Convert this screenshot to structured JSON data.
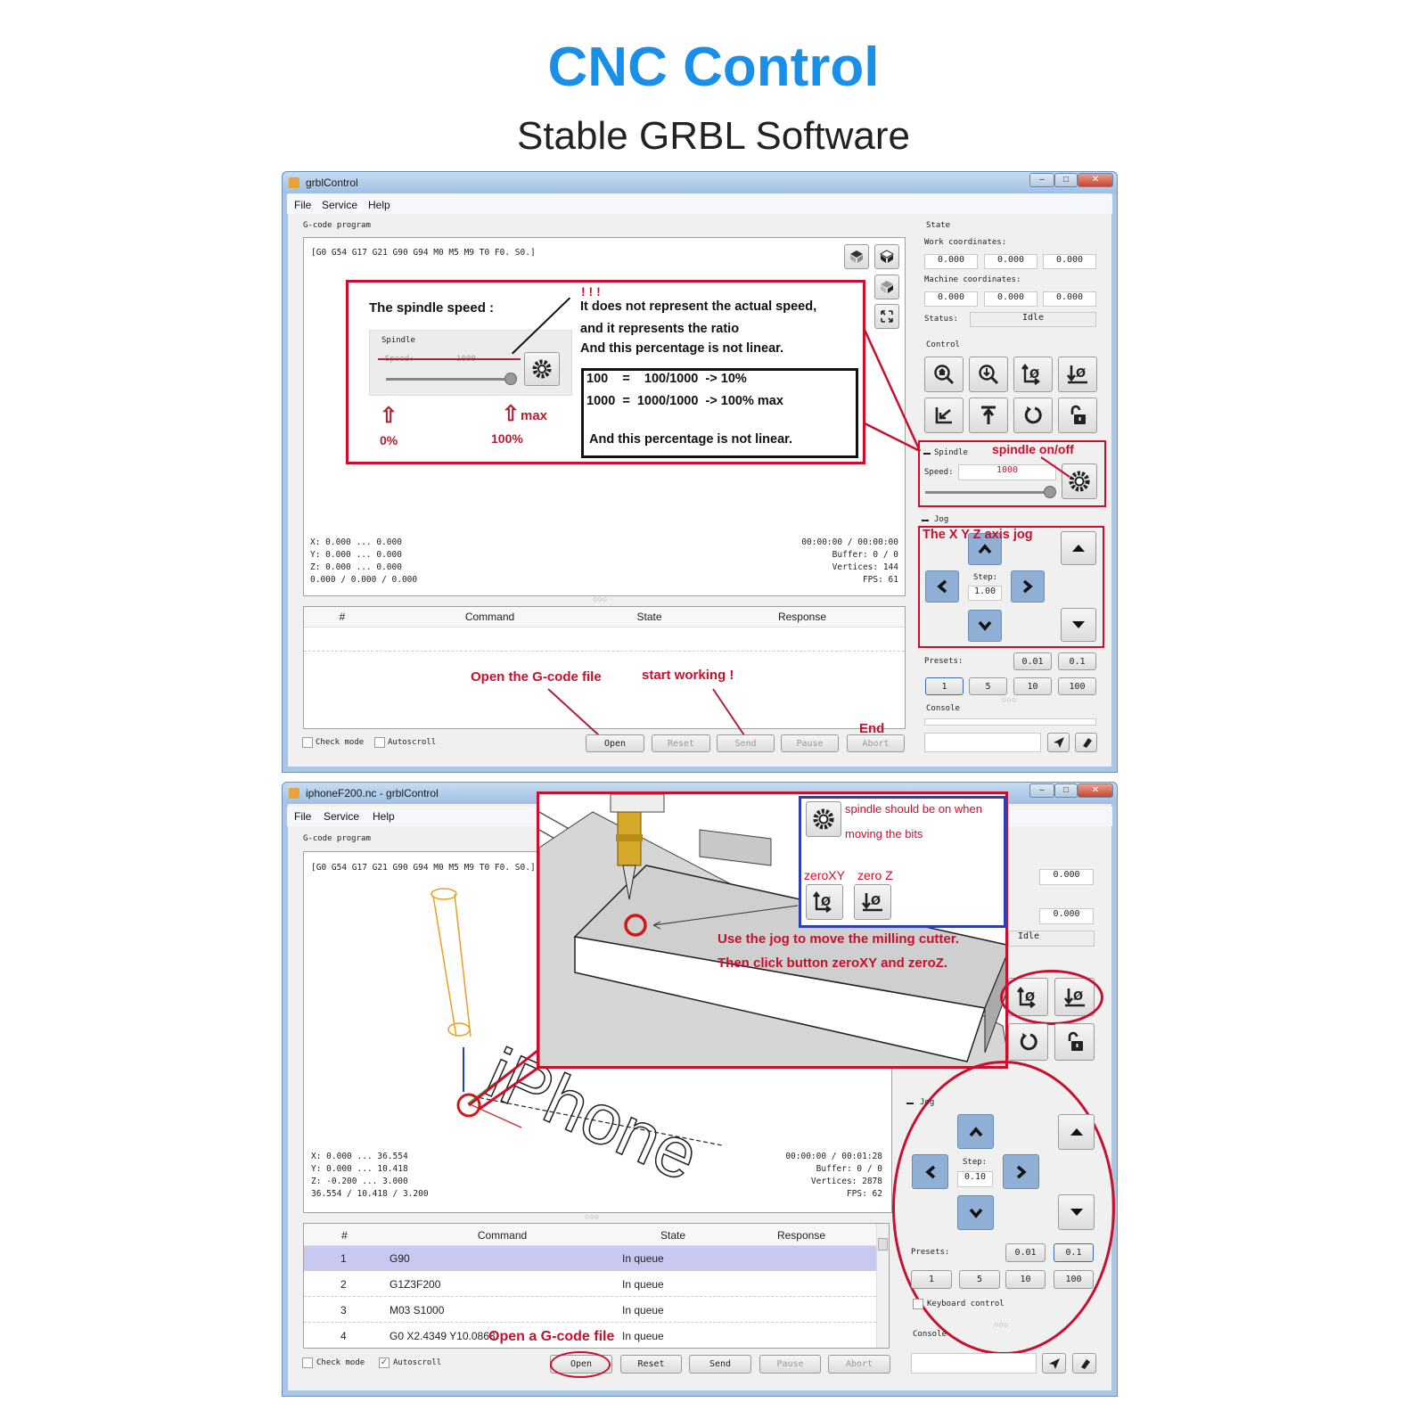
{
  "header": {
    "title": "CNC Control",
    "subtitle": "Stable GRBL Software"
  },
  "colors": {
    "title": "#1a8fe8",
    "annotation": "#c8102e",
    "jog_button": "#8fb0d4",
    "highlight_row": "#c8c8f0",
    "callout_inner_border": "#2b3fb0"
  },
  "window1": {
    "title": "grblControl",
    "menu": [
      "File",
      "Service",
      "Help"
    ],
    "gcode_group_label": "G-code program",
    "gcode_state": "[G0 G54 G17 G21 G90 G94 M0 M5 M9 T0 F0. S0.]",
    "annotation": {
      "spindle_speed_label": "The spindle speed :",
      "exclamation": "! ! !",
      "note_line1": "It does not represent the actual speed,",
      "note_line2": "and it represents the ratio",
      "note_line3": "And this percentage is not linear.",
      "formula1": "100    =    100/1000  -> 10%",
      "formula2": "1000  =  1000/1000  -> 100% max",
      "formula3": "And this percentage is not linear.",
      "pct_min": "0%",
      "pct_max": "100%",
      "max_label": "max",
      "mini_spindle_label": "Spindle",
      "mini_speed_label": "Speed:",
      "mini_speed_value": "1000"
    },
    "stats_left": [
      "X: 0.000 ... 0.000",
      "Y: 0.000 ... 0.000",
      "Z: 0.000 ... 0.000",
      "0.000 / 0.000 / 0.000"
    ],
    "stats_right": [
      "00:00:00 / 00:00:00",
      "Buffer: 0 / 0",
      "Vertices: 144",
      "FPS: 61"
    ],
    "table_headers": [
      "#",
      "Command",
      "State",
      "Response"
    ],
    "callouts": {
      "open": "Open the G-code file",
      "start": "start working !",
      "end": "End",
      "spindle_onoff": "spindle on/off",
      "jog": "The X Y Z axis jog"
    },
    "bottom": {
      "check_mode": "Check mode",
      "autoscroll": "Autoscroll",
      "check_mode_checked": false,
      "autoscroll_checked": false,
      "buttons": [
        "Open",
        "Reset",
        "Send",
        "Pause",
        "Abort"
      ]
    },
    "right": {
      "state_label": "State",
      "work_label": "Work coordinates:",
      "work": [
        "0.000",
        "0.000",
        "0.000"
      ],
      "machine_label": "Machine coordinates:",
      "machine": [
        "0.000",
        "0.000",
        "0.000"
      ],
      "status_label": "Status:",
      "status": "Idle",
      "control_label": "Control",
      "spindle_label": "Spindle",
      "speed_label": "Speed:",
      "speed_value": "1000",
      "spindle_slider_percent": 100,
      "jog_label": "Jog",
      "step_label": "Step:",
      "step_value": "1.00",
      "presets_label": "Presets:",
      "presets_top": [
        "0.01",
        "0.1"
      ],
      "presets_bottom": [
        "1",
        "5",
        "10",
        "100"
      ],
      "console_label": "Console"
    }
  },
  "window2": {
    "title": "iphoneF200.nc - grblControl",
    "menu": [
      "File",
      "Service",
      "Help"
    ],
    "gcode_group_label": "G-code program",
    "gcode_state": "[G0 G54 G17 G21 G90 G94 M0 M5 M9 T0 F0. S0.]",
    "toolpath_text": "iPhone",
    "stats_left": [
      "X: 0.000 ... 36.554",
      "Y: 0.000 ... 10.418",
      "Z: -0.200 ... 3.000",
      "36.554 / 10.418 / 3.200"
    ],
    "stats_right": [
      "00:00:00 / 00:01:28",
      "Buffer: 0 / 0",
      "Vertices: 2878",
      "FPS: 62"
    ],
    "table_headers": [
      "#",
      "Command",
      "State",
      "Response"
    ],
    "rows": [
      {
        "n": "1",
        "command": "G90",
        "state": "In queue",
        "response": ""
      },
      {
        "n": "2",
        "command": "G1Z3F200",
        "state": "In queue",
        "response": ""
      },
      {
        "n": "3",
        "command": "M03 S1000",
        "state": "In queue",
        "response": ""
      },
      {
        "n": "4",
        "command": "G0 X2.4349 Y10.0868",
        "state": "In queue",
        "response": ""
      }
    ],
    "callouts": {
      "spindle_note_line1": "spindle should be on when",
      "spindle_note_line2": "moving the bits",
      "zero_xy": "zeroXY",
      "zero_z": "zero Z",
      "instruction_line1": "Use the jog to move the milling cutter.",
      "instruction_line2": "Then click button zeroXY and zeroZ.",
      "open": "Open a G-code file"
    },
    "bottom": {
      "check_mode": "Check mode",
      "autoscroll": "Autoscroll",
      "check_mode_checked": false,
      "autoscroll_checked": true,
      "buttons": [
        "Open",
        "Reset",
        "Send",
        "Pause",
        "Abort"
      ]
    },
    "right": {
      "work": [
        "0.000"
      ],
      "machine": [
        "0.000"
      ],
      "status": "Idle",
      "jog_label": "Jog",
      "step_label": "Step:",
      "step_value": "0.10",
      "presets_label": "Presets:",
      "presets_top": [
        "0.01",
        "0.1"
      ],
      "presets_bottom": [
        "1",
        "5",
        "10",
        "100"
      ],
      "keyboard_control": "Keyboard control",
      "console_label": "Console"
    }
  }
}
